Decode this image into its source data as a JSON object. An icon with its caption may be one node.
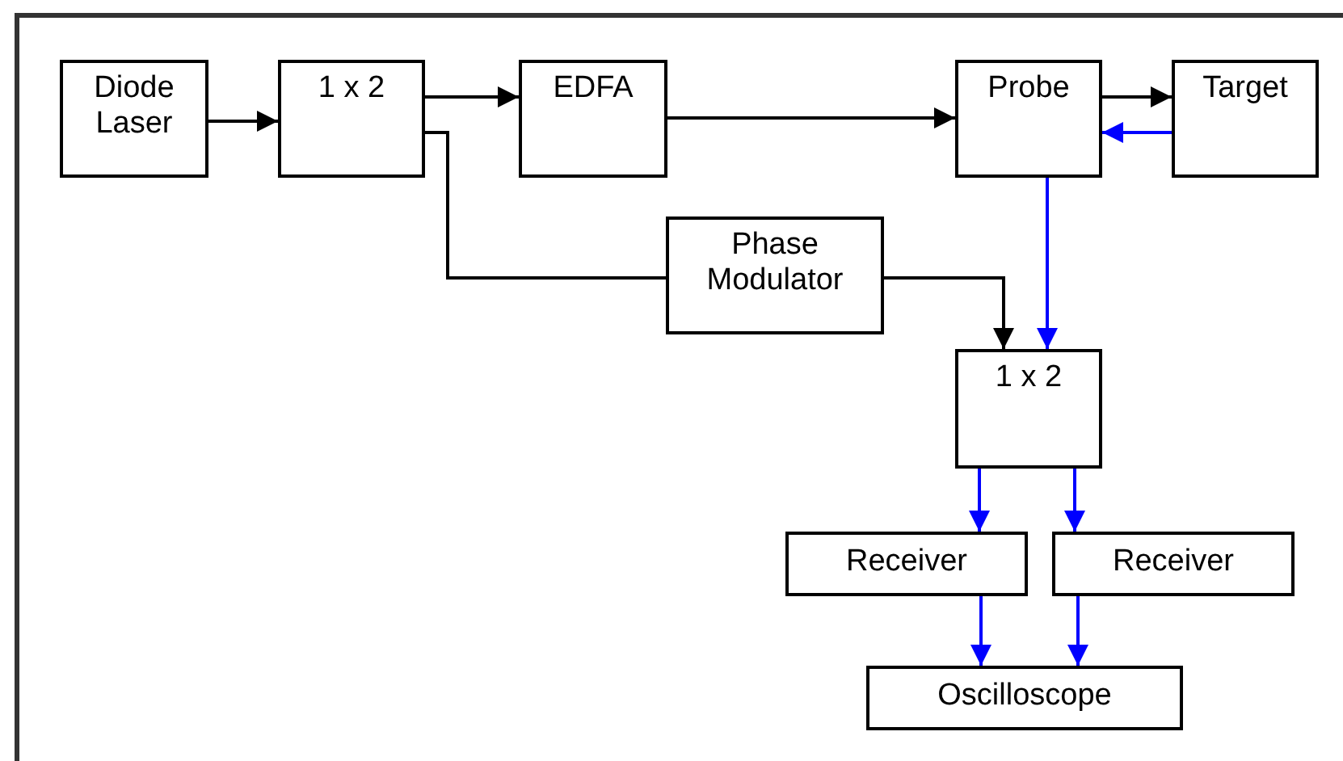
{
  "diagram": {
    "nodes": [
      {
        "text": [
          "Diode Laser"
        ]
      },
      {
        "text": [
          "1 x 2"
        ]
      },
      {
        "text": [
          "EDFA"
        ]
      },
      {
        "text": [
          "Probe"
        ]
      },
      {
        "text": [
          "Target"
        ]
      },
      {
        "text": [
          "Phase Modulator"
        ]
      },
      {
        "text": [
          "1 x 2"
        ]
      },
      {
        "text": [
          "Receiver"
        ]
      },
      {
        "text": [
          "Receiver"
        ]
      },
      {
        "text": [
          "Oscilloscope"
        ]
      }
    ],
    "edges": [
      {
        "from": 0,
        "to": 1,
        "arrow": "to"
      },
      {
        "from": 1,
        "to": 2,
        "arrow": "to"
      },
      {
        "from": 1,
        "to": 5,
        "arrow": "none"
      },
      {
        "from": 2,
        "to": 3,
        "arrow": "to"
      },
      {
        "from": 3,
        "to": 4,
        "arrow": "to"
      },
      {
        "from": 4,
        "to": 3,
        "arrow": "to",
        "color": "#0000ff"
      },
      {
        "from": 3,
        "to": 6,
        "arrow": "to",
        "color": "#0000ff"
      },
      {
        "from": 5,
        "to": 6,
        "arrow": "to"
      },
      {
        "from": 6,
        "to": 7,
        "arrow": "to",
        "color": "#0000ff"
      },
      {
        "from": 6,
        "to": 8,
        "arrow": "to",
        "color": "#0000ff"
      },
      {
        "from": 7,
        "to": 9,
        "arrow": "to",
        "color": "#0000ff"
      },
      {
        "from": 8,
        "to": 9,
        "arrow": "to",
        "color": "#0000ff"
      }
    ]
  }
}
